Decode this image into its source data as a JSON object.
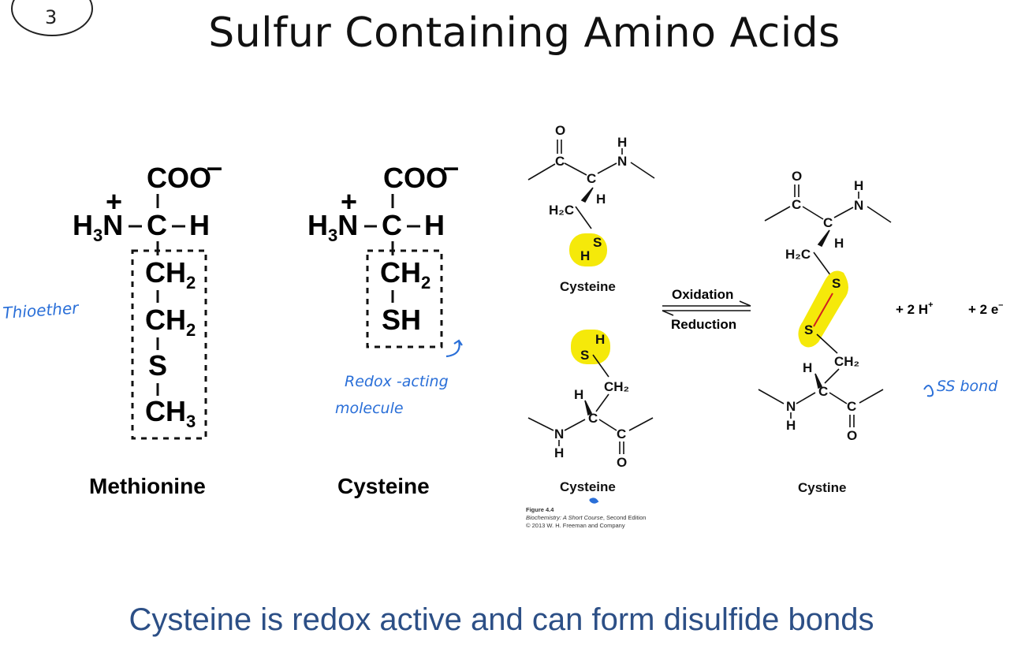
{
  "slide": {
    "number": "3",
    "title": "Sulfur Containing Amino Acids",
    "caption": "Cysteine is redox active and can form disulfide bonds"
  },
  "structures": {
    "methionine": {
      "name": "Methionine",
      "carboxylate": "COO",
      "charge_minus": "–",
      "amine": "H",
      "amine_sub": "3",
      "amine_n": "N",
      "charge_plus": "+",
      "alpha_c": "C",
      "alpha_h": "H",
      "side_chain": [
        "CH",
        "CH",
        "S",
        "CH"
      ],
      "side_chain_subs": [
        "2",
        "2",
        "",
        "3"
      ]
    },
    "cysteine": {
      "name": "Cysteine",
      "carboxylate": "COO",
      "charge_minus": "–",
      "amine": "H",
      "amine_sub": "3",
      "amine_n": "N",
      "charge_plus": "+",
      "alpha_c": "C",
      "alpha_h": "H",
      "side_chain": [
        "CH",
        "SH"
      ],
      "side_chain_subs": [
        "2",
        ""
      ]
    }
  },
  "reaction": {
    "top_cysteine_label": "Cysteine",
    "bottom_cysteine_label": "Cysteine",
    "product_label": "Cystine",
    "forward": "Oxidation",
    "reverse": "Reduction",
    "byproducts": "+   2 H",
    "byproducts_plus": "+",
    "electrons": "+   2 e",
    "electrons_minus": "–",
    "atoms": {
      "O": "O",
      "C": "C",
      "H": "H",
      "N": "N",
      "S": "S",
      "H2C": "H₂C",
      "CH2": "CH₂"
    },
    "figure_caption": {
      "label": "Figure 4.4",
      "book": "Biochemistry: A Short Course",
      "edition": ", Second Edition",
      "copyright": "© 2013 W. H. Freeman and Company"
    }
  },
  "annotations": {
    "thioether": "Thioether",
    "redox_line1": "Redox -acting",
    "redox_line2": "molecule",
    "ss_bond": "SS bond"
  },
  "colors": {
    "highlight": "#f5e90a",
    "ink": "#2a6fd8",
    "caption": "#2c4f86",
    "disulfide_line": "#d32020"
  }
}
